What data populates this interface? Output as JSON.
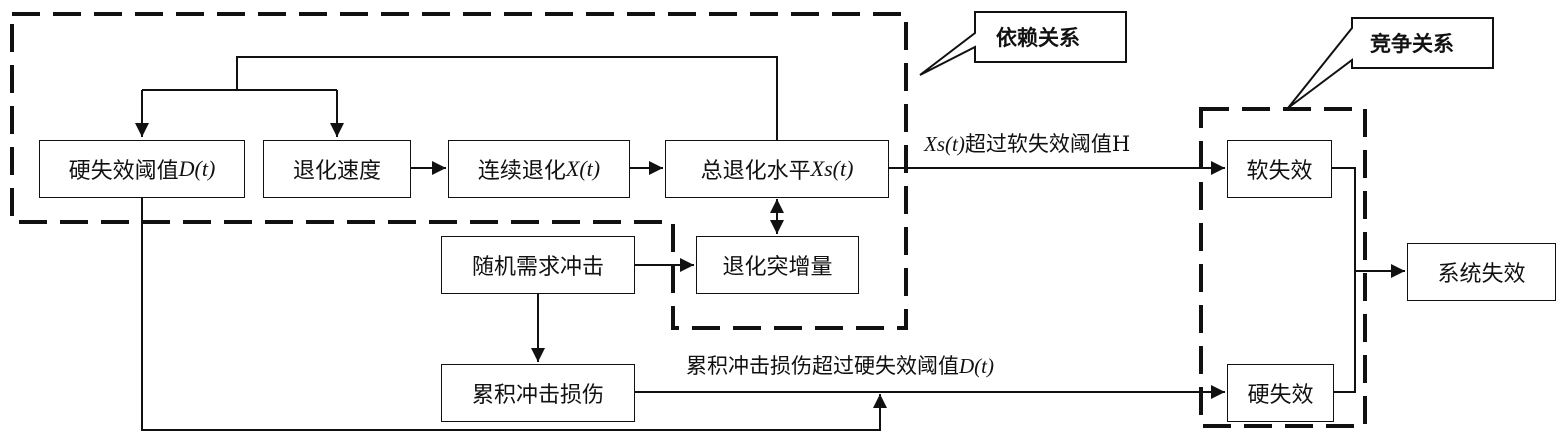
{
  "nodes": {
    "hard_threshold": {
      "text": "硬失效阈值",
      "math": "D(t)"
    },
    "degradation_rate": {
      "text": "退化速度"
    },
    "continuous_degradation": {
      "text": "连续退化",
      "math": "X(t)"
    },
    "total_degradation": {
      "text": "总退化水平",
      "math": "Xs(t)"
    },
    "degradation_jump": {
      "text": "退化突增量"
    },
    "random_shock": {
      "text": "随机需求冲击"
    },
    "cumulative_damage": {
      "text": "累积冲击损伤"
    },
    "soft_failure": {
      "text": "软失效"
    },
    "hard_failure": {
      "text": "硬失效"
    },
    "system_failure": {
      "text": "系统失效"
    }
  },
  "edge_labels": {
    "soft": {
      "math": "Xs(t)",
      "text": "超过软失效阈值H"
    },
    "hard": {
      "text": "累积冲击损伤超过硬失效阈值",
      "math": "D(t)"
    }
  },
  "callouts": {
    "dependency": "依赖关系",
    "competition": "竞争关系"
  }
}
